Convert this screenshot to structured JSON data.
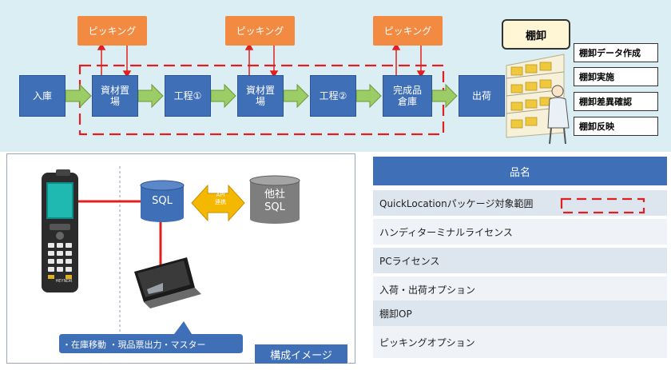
{
  "flow": {
    "picking_label": "ピッキング",
    "nyuko": "入庫",
    "shizai_line1": "資材置",
    "shizai_line2": "場",
    "kotei1": "工程①",
    "shizai2_line1": "資材置",
    "shizai2_line2": "場",
    "kotei2": "工程②",
    "kansei_line1": "完成品",
    "kansei_line2": "倉庫",
    "shukka": "出荷"
  },
  "inventory": {
    "title": "棚卸",
    "items": [
      "棚卸データ作成",
      "棚卸実施",
      "棚卸差異確認",
      "棚卸反映"
    ]
  },
  "config": {
    "sql": "SQL",
    "api_line1": "API",
    "api_line2": "連携",
    "other_line1": "他社",
    "other_line2": "SQL",
    "callout": "・在庫移動 ・現品票出力・マスター",
    "image_label": "構成イメージ",
    "device_brand": "HEYNDR"
  },
  "legend": {
    "header": "品名",
    "rows": [
      "QuickLocationパッケージ対象範囲",
      "ハンディターミナルライセンス",
      "PCライセンス",
      "入荷・出荷オプション",
      "棚卸OP",
      "ピッキングオプション"
    ]
  },
  "colors": {
    "process_blue": "#3f6fb6",
    "picking_orange": "#f28a42",
    "scope_red": "#e02020",
    "arrow_green": "#9ccc65",
    "flow_background": "#dbeef4"
  }
}
